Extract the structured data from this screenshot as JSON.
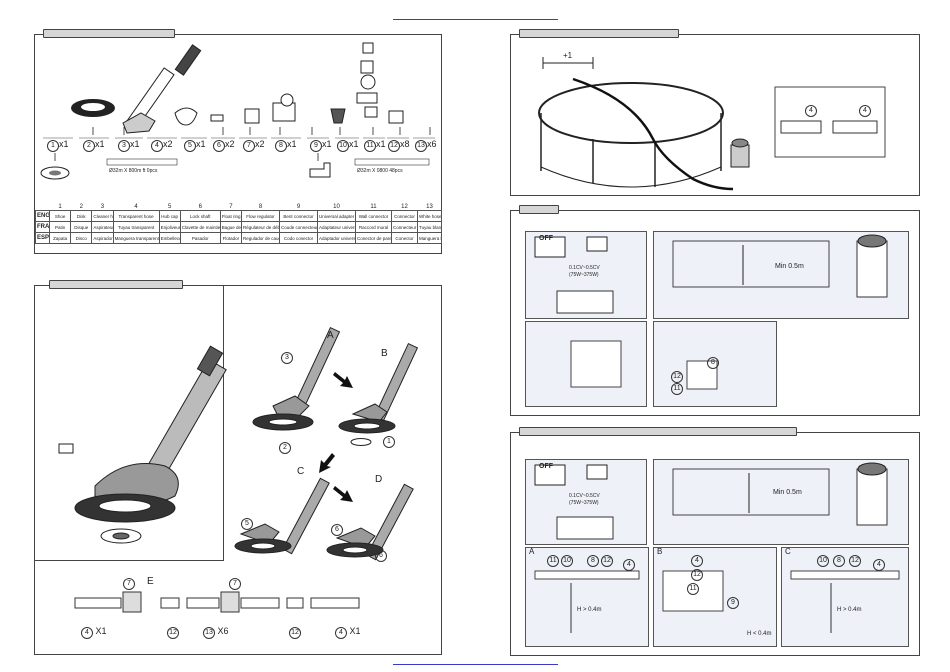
{
  "parts": [
    {
      "num": "1",
      "qty": "x1"
    },
    {
      "num": "2",
      "qty": "x1"
    },
    {
      "num": "3",
      "qty": "x1"
    },
    {
      "num": "4",
      "qty": "x2"
    },
    {
      "num": "5",
      "qty": "x1"
    },
    {
      "num": "6",
      "qty": "x2"
    },
    {
      "num": "7",
      "qty": "x2"
    },
    {
      "num": "8",
      "qty": "x1"
    },
    {
      "num": "9",
      "qty": "x1"
    },
    {
      "num": "10",
      "qty": "x1"
    },
    {
      "num": "11",
      "qty": "x1"
    },
    {
      "num": "12",
      "qty": "x8"
    },
    {
      "num": "13",
      "qty": "x6"
    }
  ],
  "notes": {
    "left": "Ø32m X 800m ft 0pcs",
    "right": "Ø32m X 0800 48pcs"
  },
  "table": {
    "header": [
      "1",
      "2",
      "3",
      "4",
      "5",
      "6",
      "7",
      "8",
      "9",
      "10",
      "11",
      "12",
      "13"
    ],
    "rows": [
      {
        "lang": "ENG",
        "cells": [
          "Shoe",
          "Disk",
          "Cleaner head",
          "Transparent hose",
          "Hub cap",
          "Lock shaft",
          "Float ring",
          "Flow regulator",
          "Bent connector",
          "Universal adapter",
          "Wall connector",
          "Connector",
          "White hose"
        ]
      },
      {
        "lang": "FRA",
        "cells": [
          "Patin",
          "Disque",
          "Aspirateur",
          "Tuyau transparent",
          "Enjoliveur",
          "Clavette de maintien",
          "Bague de flottaison",
          "Régulateur de débit",
          "Coude connecteur",
          "Adaptateur universel",
          "Raccord mural",
          "Connecteur",
          "Tuyau blanc"
        ]
      },
      {
        "lang": "ESP",
        "cells": [
          "Zapata",
          "Disco",
          "Aspirador",
          "Manguera transparente",
          "Embellecedor",
          "Pasador",
          "Flotador",
          "Regulador de caudal",
          "Codo conector",
          "Adaptador universal",
          "Conector de pared",
          "Conector",
          "Manguera blanca"
        ]
      }
    ]
  },
  "assembly": {
    "A": "A",
    "B": "B",
    "C": "C",
    "D": "D",
    "E": "E",
    "n1": "1",
    "n2": "2",
    "n3": "3",
    "n5": "5",
    "n6": "6",
    "n6b": "6",
    "n7a": "7",
    "n7b": "7",
    "n4a": "4",
    "n4b": "4",
    "n12a": "12",
    "n12b": "12",
    "n13": "13",
    "x1a": "X1",
    "x6": "X6",
    "x1b": "X1"
  },
  "install": {
    "dim": "+1",
    "n4a": "4",
    "n4b": "4"
  },
  "diagram1": {
    "off": "OFF",
    "volt": "0.1CV~0.5CV",
    "watt": "(75W~375W)",
    "min": "Min 0.5m",
    "n12": "12",
    "n11": "11",
    "n8": "8"
  },
  "diagram2": {
    "off": "OFF",
    "volt": "0.1CV~0.5CV",
    "watt": "(75W~375W)",
    "min": "Min 0.5m",
    "a": "A",
    "b": "B",
    "c": "C",
    "h1": "H > 0.4m",
    "h2": "H < 0.4m",
    "h3": "H > 0.4m",
    "a11": "11",
    "a10": "10",
    "a8": "8",
    "a12": "12",
    "a4": "4",
    "b4": "4",
    "b12": "12",
    "b11": "11",
    "b9": "9",
    "c10": "10",
    "c8": "8",
    "c12": "12",
    "c4": "4"
  }
}
